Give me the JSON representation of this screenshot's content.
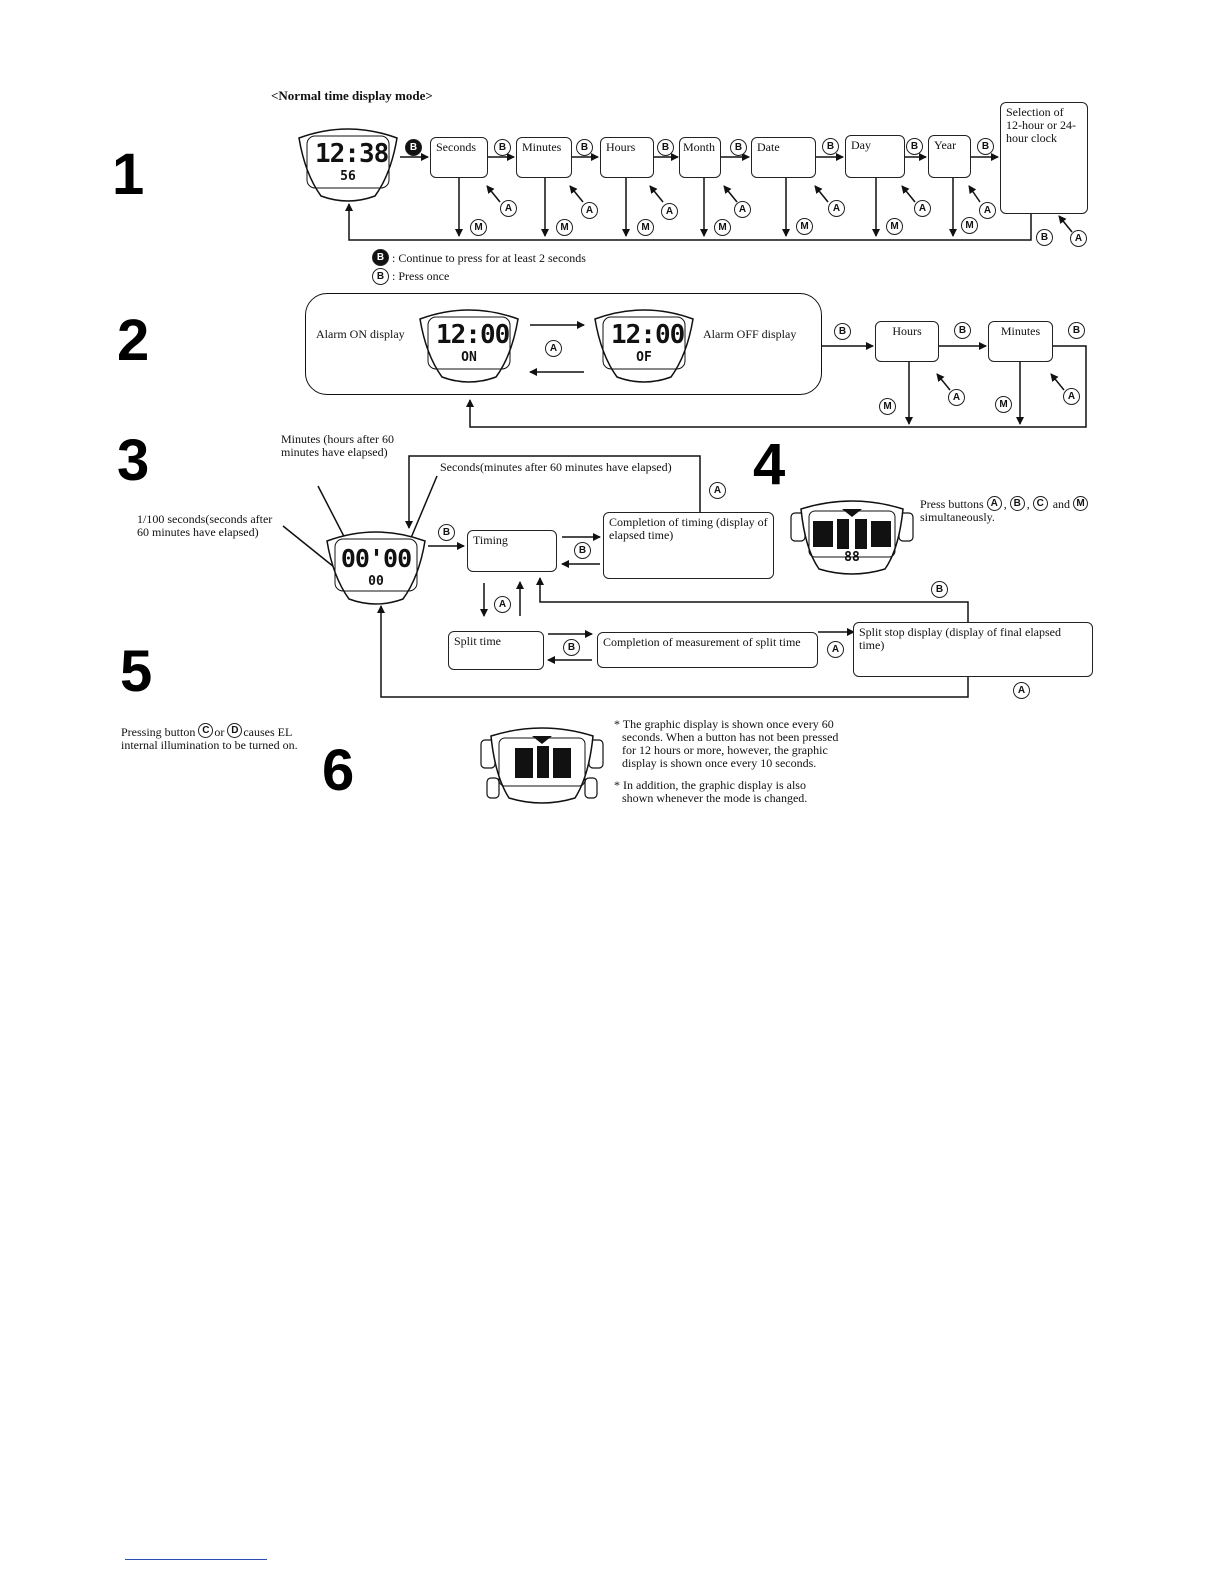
{
  "section_numbers": [
    "1",
    "2",
    "3",
    "4",
    "5",
    "6"
  ],
  "s1": {
    "title": "<Normal time display mode>",
    "watch": {
      "time": "12:38",
      "sub": "56"
    },
    "chain": [
      "Seconds",
      "Minutes",
      "Hours",
      "Month",
      "Date",
      "Day",
      "Year"
    ],
    "final_box": "Selection of 12-hour or 24-hour clock",
    "legend_hold": ": Continue to press for at least 2 seconds",
    "legend_press": ": Press once"
  },
  "buttons": {
    "a": "A",
    "b": "B",
    "c": "C",
    "d": "D",
    "m": "M"
  },
  "s2": {
    "alarm_on": "Alarm ON display",
    "alarm_off": "Alarm OFF display",
    "watch_on": {
      "time": "12:00",
      "sub": "ON"
    },
    "watch_off": {
      "time": "12:00",
      "sub": "OF"
    },
    "boxes": [
      "Hours",
      "Minutes"
    ]
  },
  "s3": {
    "minutes_label": "Minutes (hours after 60 minutes have elapsed)",
    "seconds_label": "Seconds(minutes after 60 minutes have elapsed)",
    "hundredths_label": "1/100 seconds(seconds after 60 minutes have elapsed)",
    "watch": {
      "time": "00'00",
      "sub": "00"
    },
    "timing": "Timing",
    "completion": "Completion of timing (display of elapsed time)",
    "split_time": "Split time",
    "completion_split": "Completion of measurement of split time",
    "split_stop": "Split stop display (display of final elapsed time)"
  },
  "s4": {
    "press_text": "Press buttons",
    "and": "and",
    "simul": "simultaneously.",
    "sub": "88"
  },
  "s5": {
    "text_a": "Pressing button",
    "or": "or",
    "text_b": "causes EL internal illumination to be turned on."
  },
  "s6": {
    "note1": "* The graphic display is shown once every 60 seconds. When a button has not been pressed for 12 hours or more, however, the graphic display is shown once every 10 seconds.",
    "note2": "* In addition, the graphic display is also shown whenever the mode is changed."
  }
}
